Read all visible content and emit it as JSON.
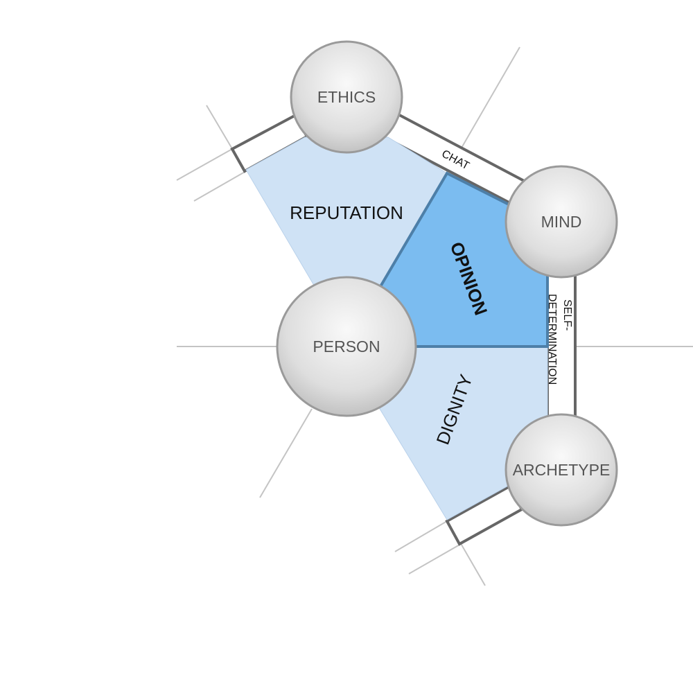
{
  "nodes": {
    "ethics": "ETHICS",
    "mind": "MIND",
    "person": "PERSON",
    "archetype": "ARCHETYPE"
  },
  "regions": {
    "reputation": "REPUTATION",
    "opinion": "OPINION",
    "dignity": "DIGNITY"
  },
  "edges": {
    "chat": "CHAT",
    "self_determination_line1": "SELF-",
    "self_determination_line2": "DETERMINATION"
  },
  "colors": {
    "light_region": "#cfe2f5",
    "highlight_region": "#7bbcf0",
    "region_border": "#4d7fa8",
    "band_border": "#666666",
    "node_fill_center": "#f7f7f7",
    "node_fill_edge": "#c6c6c6",
    "node_stroke": "#9a9a9a"
  }
}
